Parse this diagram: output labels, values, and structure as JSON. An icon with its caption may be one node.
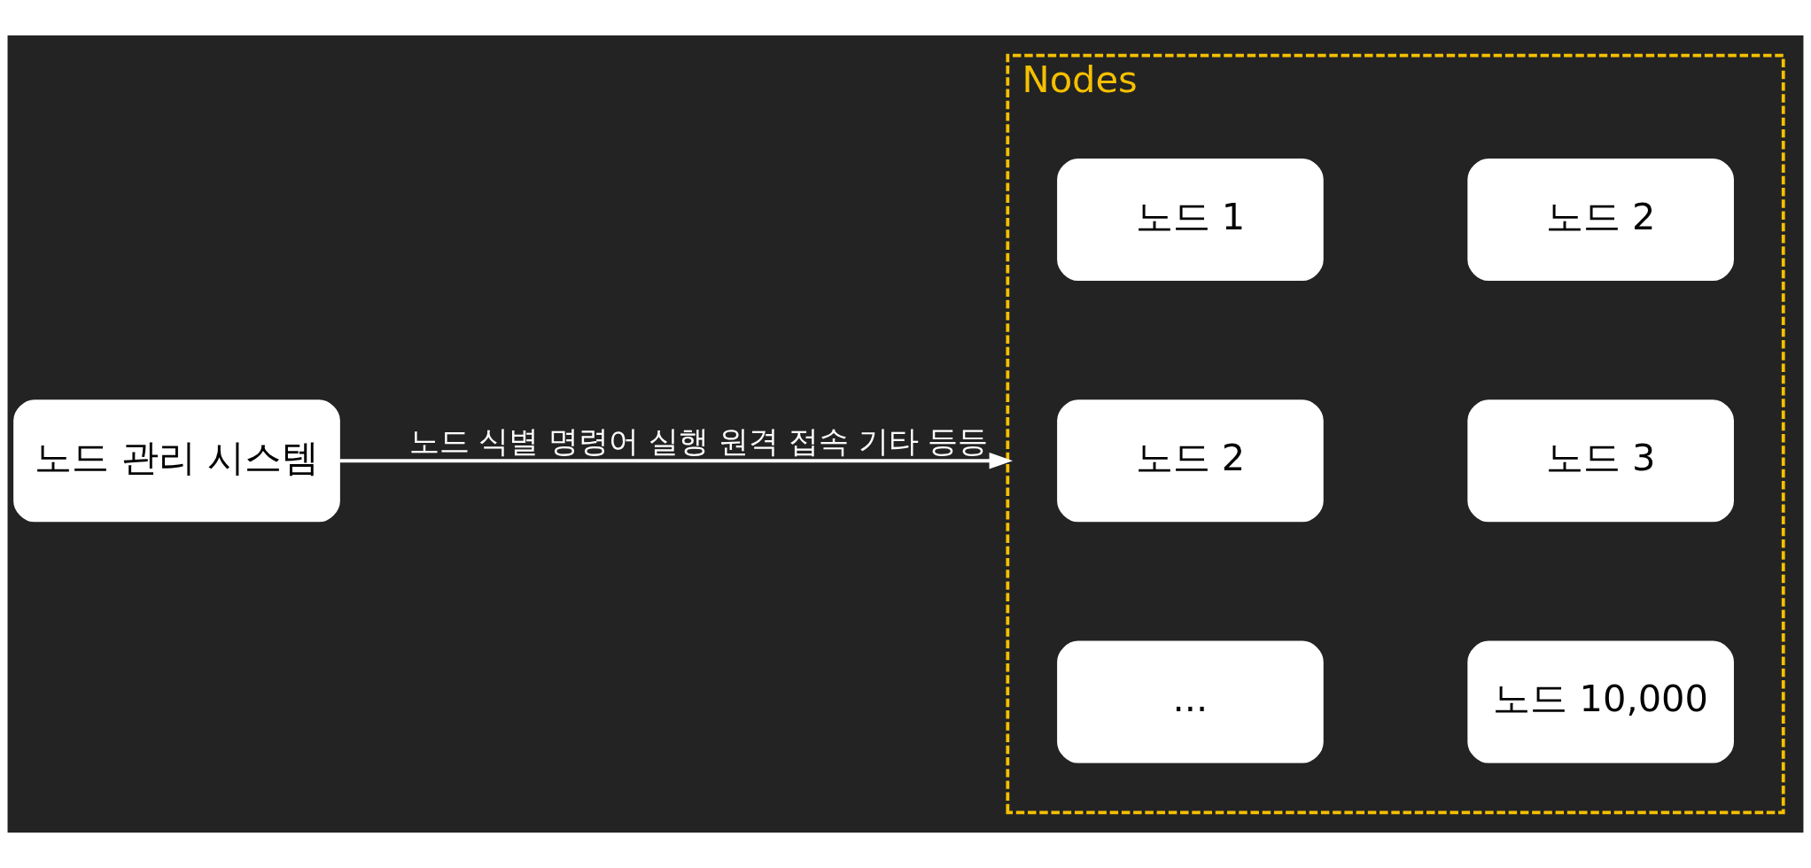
{
  "diagram": {
    "nodes": [
      {
        "text": [
          "노드 관리 시스템"
        ]
      },
      {
        "text": [
          "Nodes"
        ]
      },
      {
        "text": [
          "노드 1"
        ],
        "in": 1
      },
      {
        "text": [
          "노드 2"
        ],
        "in": 1
      },
      {
        "text": [
          "노드 2"
        ],
        "in": 1
      },
      {
        "text": [
          "노드 3"
        ],
        "in": 1
      },
      {
        "text": [
          "..."
        ],
        "in": 1
      },
      {
        "text": [
          "노드 10,000"
        ],
        "in": 1
      }
    ],
    "edges": [
      {
        "from": 0,
        "to": 1,
        "arrow": "to",
        "label": "노드 식별 명령어 실행 원격 접속 기타 등등"
      }
    ]
  }
}
